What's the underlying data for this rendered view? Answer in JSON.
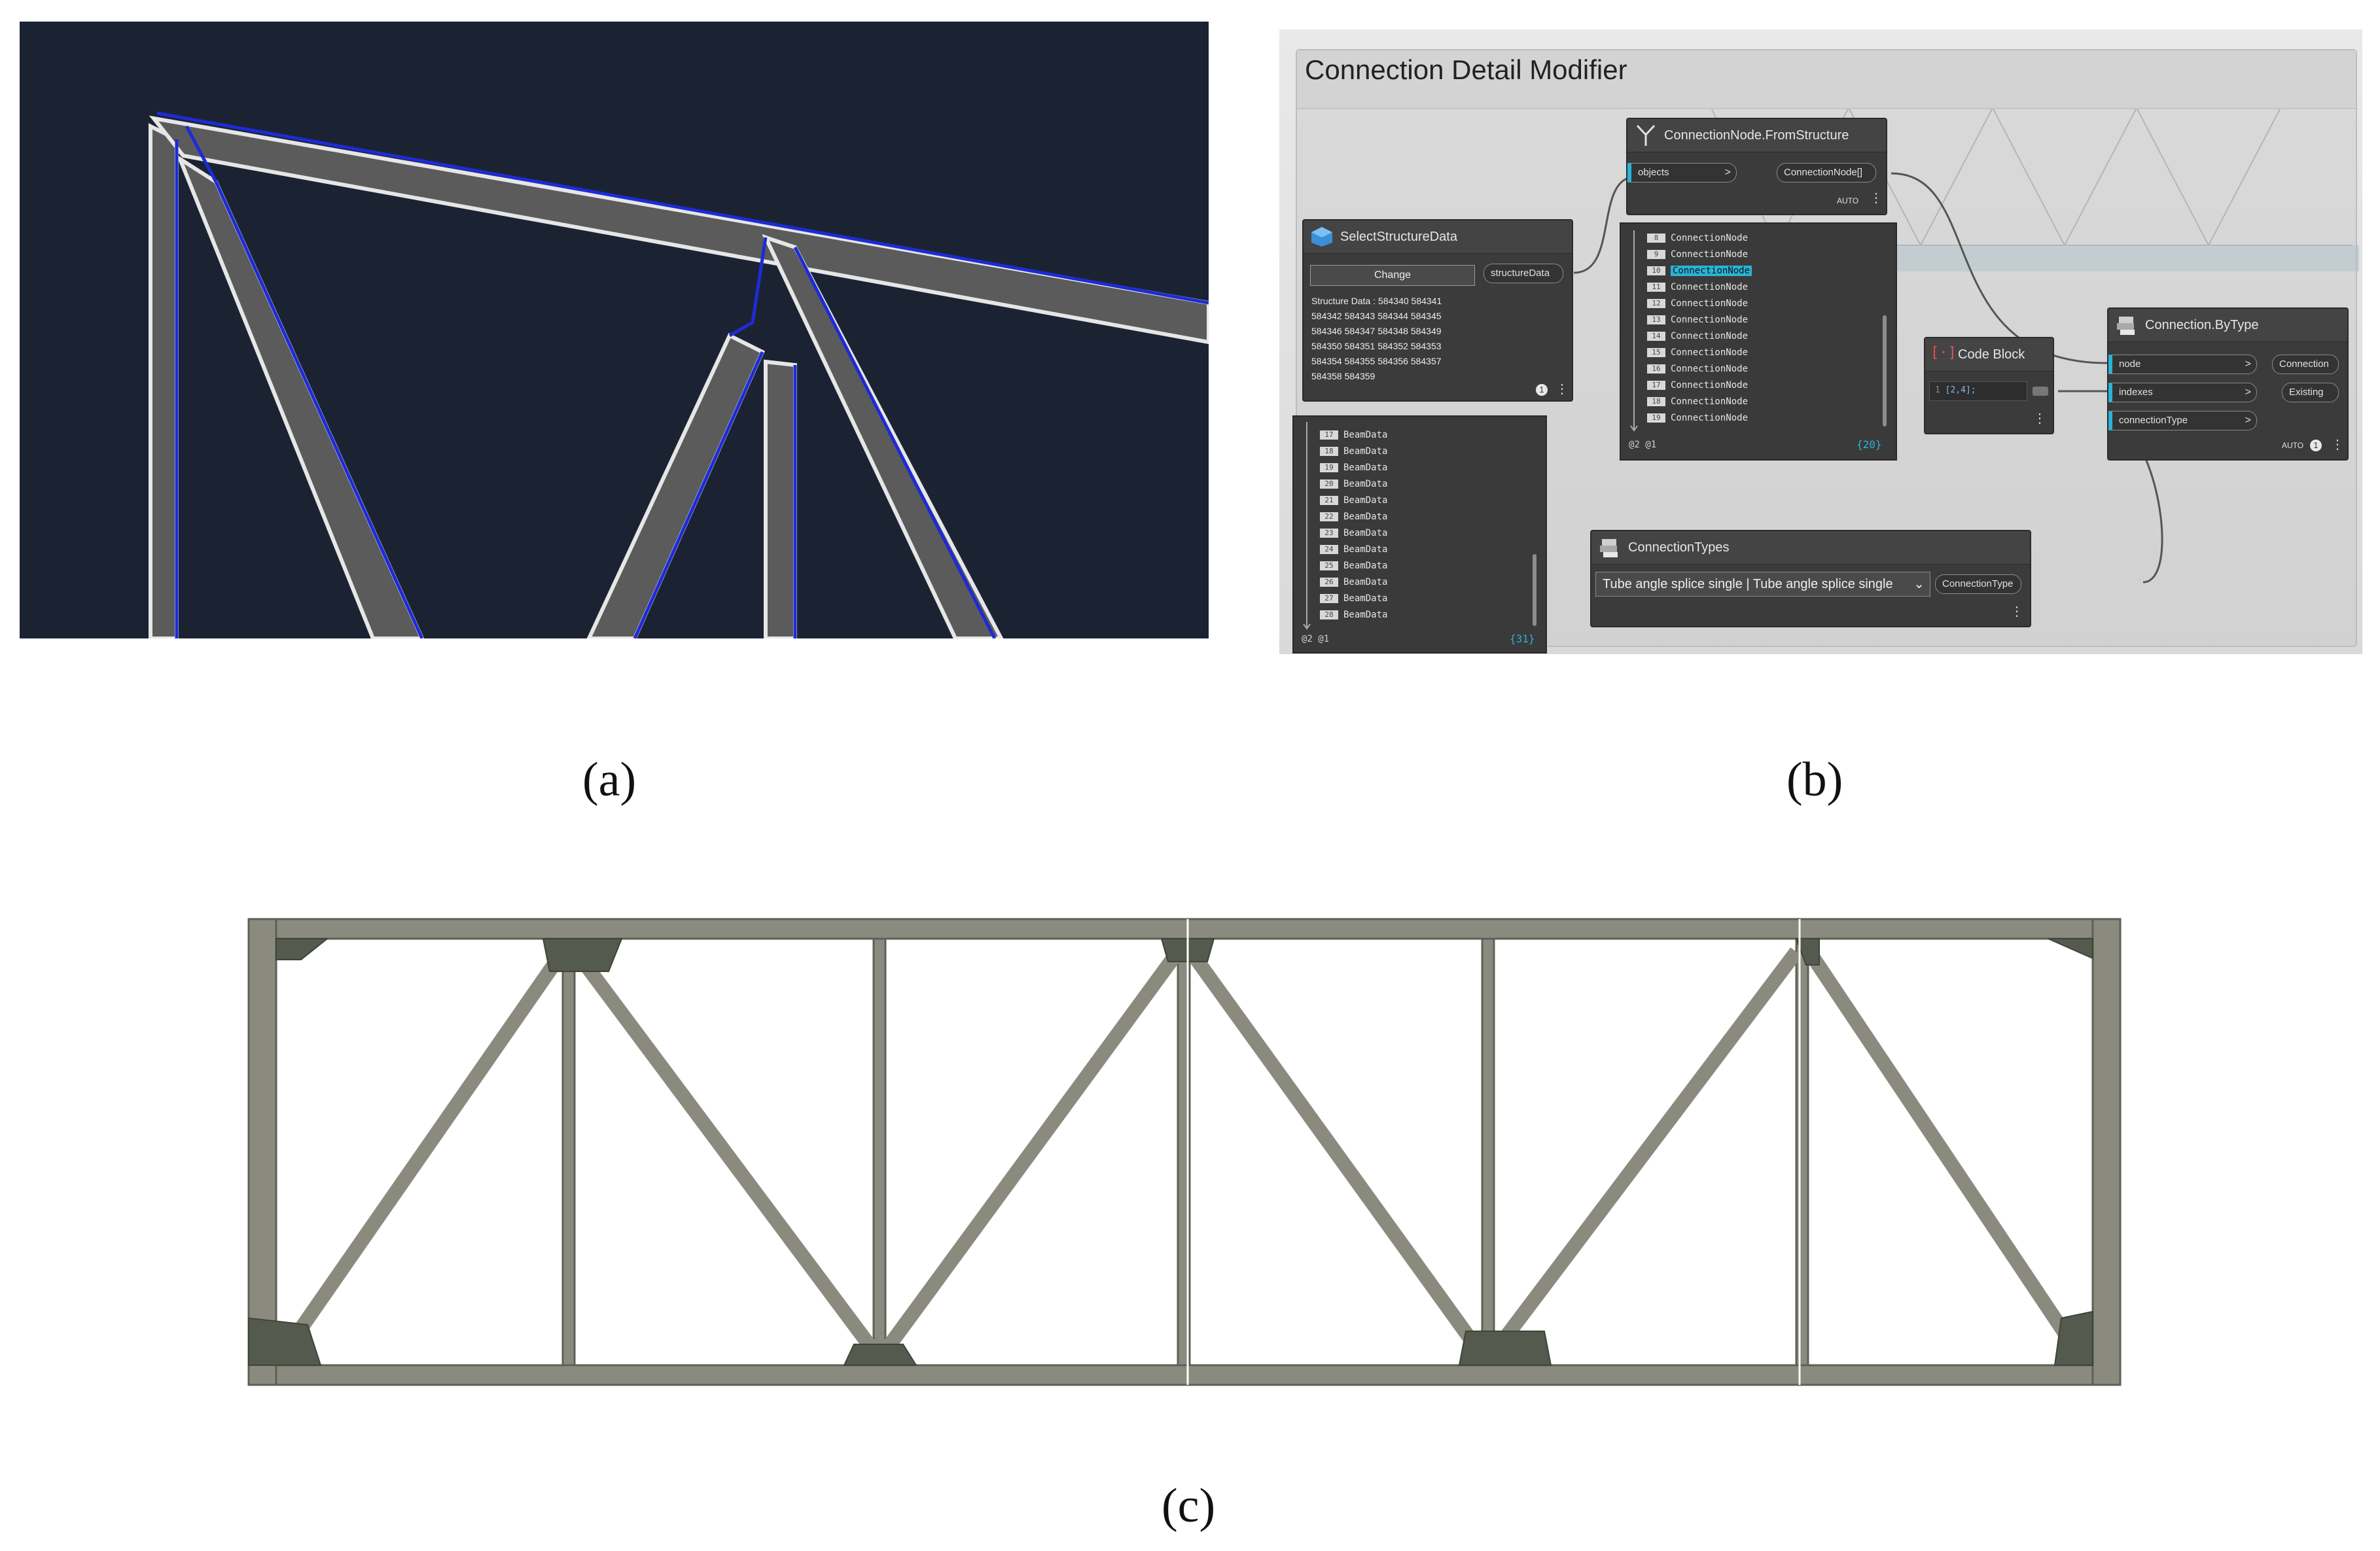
{
  "captions": {
    "a": "(a)",
    "b": "(b)",
    "c": "(c)"
  },
  "dynamo": {
    "group_title": "Connection Detail Modifier",
    "nodes": {
      "select_structure": {
        "title": "SelectStructureData",
        "change_label": "Change",
        "output": "structureData",
        "value_lines": [
          "Structure Data : 584340 584341",
          "584342 584343 584344 584345",
          "584346 584347 584348 584349",
          "584350 584351 584352 584353",
          "584354 584355 584356 584357",
          "584358 584359"
        ]
      },
      "connection_from_structure": {
        "title": "ConnectionNode.FromStructure",
        "input": "objects",
        "output": "ConnectionNode[]",
        "lacing": "AUTO"
      },
      "code_block": {
        "title": "Code Block",
        "line_no": "1",
        "code": "[2,4];"
      },
      "connection_by_type": {
        "title": "Connection.ByType",
        "inputs": [
          "node",
          "indexes",
          "connectionType"
        ],
        "outputs": [
          "Connection",
          "Existing"
        ],
        "lacing": "AUTO"
      },
      "connection_types": {
        "title": "ConnectionTypes",
        "selected": "Tube angle splice single | Tube angle splice single",
        "output": "ConnectionType"
      }
    },
    "beam_list": {
      "indices": [
        "17",
        "18",
        "19",
        "20",
        "21",
        "22",
        "23",
        "24",
        "25",
        "26",
        "27",
        "28"
      ],
      "item_label": "BeamData",
      "footer": "@2 @1",
      "count": "{31}"
    },
    "node_list": {
      "indices": [
        "8",
        "9",
        "10",
        "11",
        "12",
        "13",
        "14",
        "15",
        "16",
        "17",
        "18",
        "19"
      ],
      "item_label": "ConnectionNode",
      "highlight_index": 2,
      "footer": "@2 @1",
      "count": "{20}"
    }
  },
  "colors": {
    "cad_background": "#1b2333",
    "member_fill": "#5b5b5b",
    "member_edge": "#e6e6e6",
    "selection_blue": "#1d2bd6",
    "dynamo_node": "#3b3b3b",
    "port_accent": "#2bb3d6",
    "truss_steel": "#8a8b7e"
  }
}
